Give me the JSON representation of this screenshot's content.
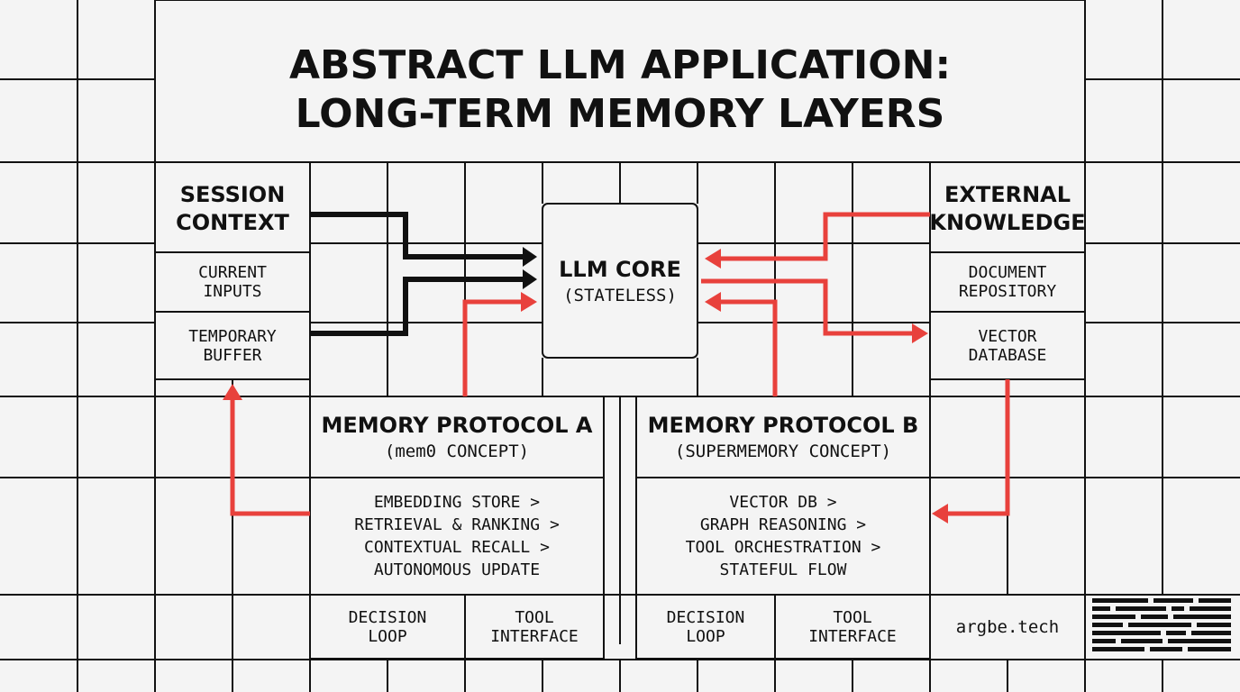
{
  "title": {
    "line1": "ABSTRACT LLM APPLICATION:",
    "line2": "LONG-TERM MEMORY LAYERS"
  },
  "session_context": {
    "title": "SESSION\nCONTEXT",
    "items": [
      "CURRENT\nINPUTS",
      "TEMPORARY\nBUFFER"
    ]
  },
  "llm_core": {
    "title": "LLM CORE",
    "subtitle": "(STATELESS)"
  },
  "external_knowledge": {
    "title": "EXTERNAL\nKNOWLEDGE",
    "items": [
      "DOCUMENT\nREPOSITORY",
      "VECTOR\nDATABASE"
    ]
  },
  "protocol_a": {
    "title": "MEMORY PROTOCOL A",
    "subtitle": "(mem0 CONCEPT)",
    "steps": "EMBEDDING STORE >\nRETRIEVAL & RANKING >\nCONTEXTUAL RECALL >\nAUTONOMOUS UPDATE",
    "footer": [
      "DECISION\nLOOP",
      "TOOL\nINTERFACE"
    ]
  },
  "protocol_b": {
    "title": "MEMORY PROTOCOL B",
    "subtitle": "(SUPERMEMORY CONCEPT)",
    "steps": "VECTOR DB >\nGRAPH REASONING >\nTOOL ORCHESTRATION >\nSTATEFUL FLOW",
    "footer": [
      "DECISION\nLOOP",
      "TOOL\nINTERFACE"
    ]
  },
  "brand": "argbe.tech",
  "colors": {
    "background": "#f4f4f4",
    "line": "#111111",
    "accent_red": "#e8413c"
  }
}
